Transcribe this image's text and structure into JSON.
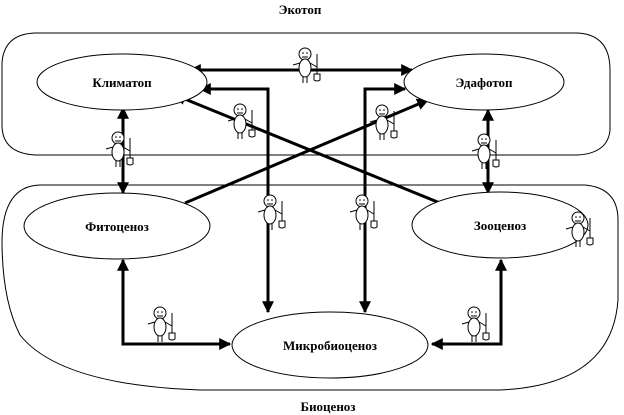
{
  "regions": {
    "ecotope": {
      "title": "Экотоп"
    },
    "biocenosis": {
      "title": "Биоценоз"
    }
  },
  "nodes": {
    "climatope": {
      "label": "Климатоп"
    },
    "edaphotope": {
      "label": "Эдафотоп"
    },
    "phytocenosis": {
      "label": "Фитоценоз"
    },
    "zoocenosis": {
      "label": "Зооценоз"
    },
    "microbiocenosis": {
      "label": "Микробиоценоз"
    }
  },
  "connections": [
    {
      "from": "edaphotope",
      "to": "climatope",
      "bidirectional": true
    },
    {
      "from": "microbiocenosis",
      "to": "climatope",
      "bidirectional": true
    },
    {
      "from": "microbiocenosis",
      "to": "edaphotope",
      "bidirectional": true
    },
    {
      "from": "zoocenosis",
      "to": "climatope",
      "bidirectional": false
    },
    {
      "from": "phytocenosis",
      "to": "edaphotope",
      "bidirectional": false
    },
    {
      "from": "climatope",
      "to": "phytocenosis",
      "bidirectional": true
    },
    {
      "from": "edaphotope",
      "to": "zoocenosis",
      "bidirectional": true
    },
    {
      "from": "phytocenosis",
      "to": "microbiocenosis",
      "bidirectional": true
    },
    {
      "from": "zoocenosis",
      "to": "microbiocenosis",
      "bidirectional": true
    }
  ],
  "figures": {
    "description": "stick-figure workers with spades",
    "count": 10
  }
}
